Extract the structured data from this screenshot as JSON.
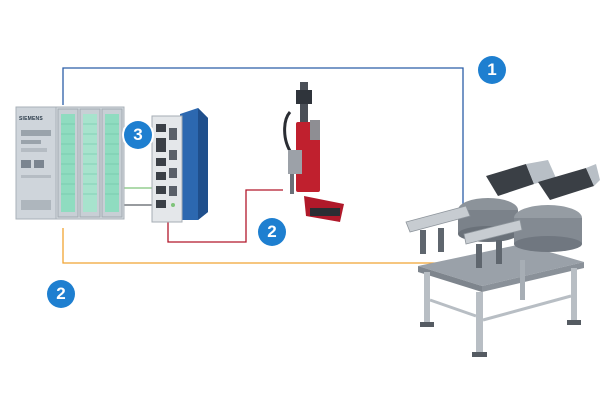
{
  "diagram": {
    "badges": {
      "one": "1",
      "two_a": "2",
      "two_b": "2",
      "three": "3"
    },
    "plc_brand": "SIEMENS",
    "colors": {
      "badge": "#1e7fd0",
      "link_blue": "#2b5ea8",
      "link_orange": "#f1a533",
      "link_red": "#b2182b",
      "link_green": "#7fc47a",
      "plc_body": "#d3d9de",
      "io_green": "#8fdcc0"
    },
    "components": {
      "plc": "plc-rack",
      "gateway": "industrial-pc",
      "screwdriver": "screwdriver-unit",
      "feeder": "feeder-station"
    }
  }
}
